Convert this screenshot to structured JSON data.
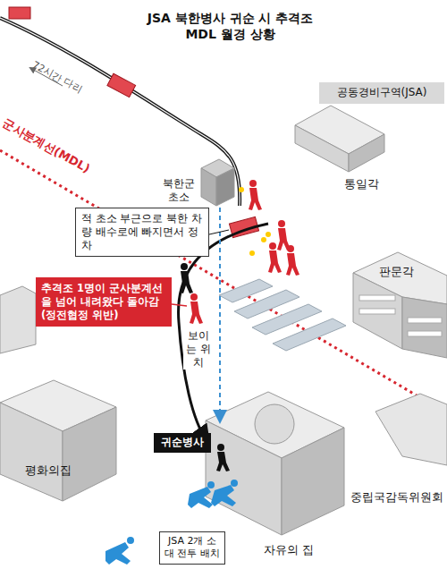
{
  "diagram": {
    "title": "JSA 북한병사 귀순 시 추격조 MDL 월경 상황",
    "nodes": [
      {
        "text": [
          "공동경비구역(JSA)"
        ]
      },
      {
        "text": [
          "적 초소 부근으로 북한 차량 배수로에 빠지면서 정차"
        ]
      },
      {
        "text": [
          "추격조 1명이 군사분계선을 넘어 내려왔다 돌아감 (정전협정 위반)"
        ]
      },
      {
        "text": [
          "귀순병사"
        ]
      },
      {
        "text": [
          "JSA 2개 소대 전투 배치"
        ]
      }
    ],
    "labels": [
      "72시간 다리",
      "군사분계선(MDL)",
      "북한군 초소",
      "통일각",
      "판문각",
      "보이는 위치",
      "평화의집",
      "중립국감독위원회",
      "자유의 집"
    ]
  }
}
